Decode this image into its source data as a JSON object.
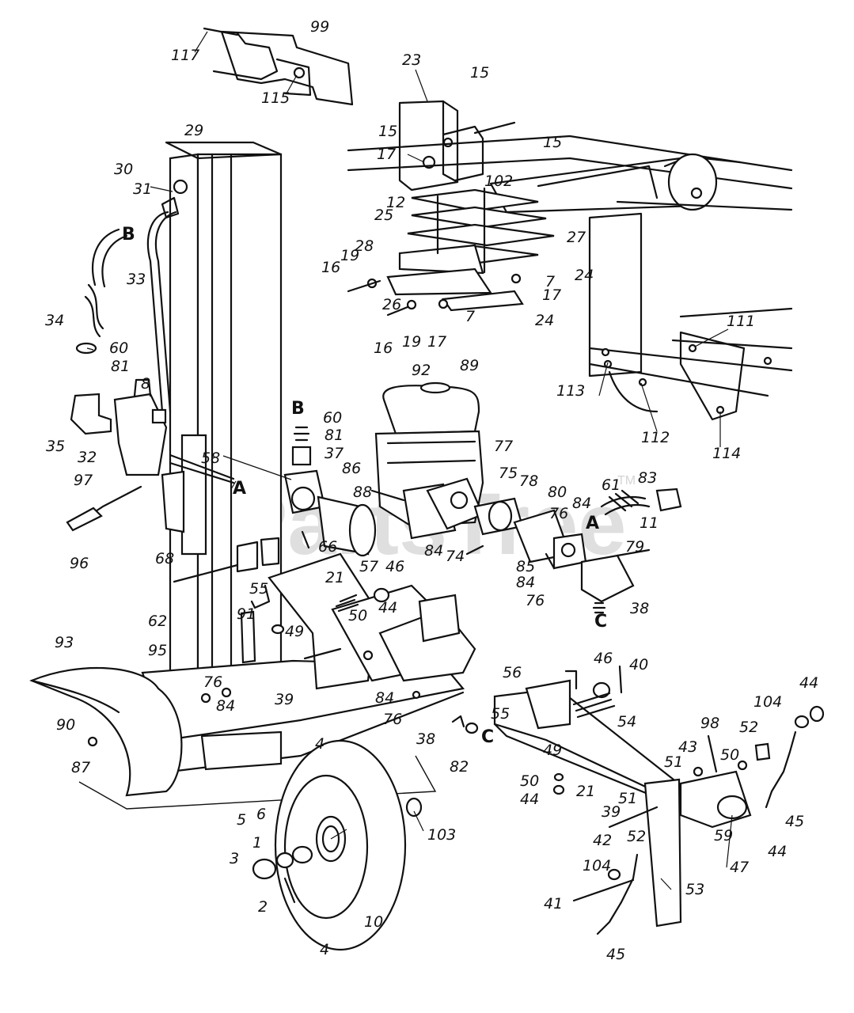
{
  "watermark": {
    "text": "PartsTree",
    "trademark": "TM"
  },
  "callouts": [
    {
      "id": "117",
      "text": "117"
    },
    {
      "id": "99",
      "text": "99"
    },
    {
      "id": "115",
      "text": "115"
    },
    {
      "id": "23",
      "text": "23"
    },
    {
      "id": "15a",
      "text": "15"
    },
    {
      "id": "15b",
      "text": "15"
    },
    {
      "id": "15c",
      "text": "15"
    },
    {
      "id": "17a",
      "text": "17"
    },
    {
      "id": "102",
      "text": "102"
    },
    {
      "id": "12",
      "text": "12"
    },
    {
      "id": "25",
      "text": "25"
    },
    {
      "id": "27",
      "text": "27"
    },
    {
      "id": "28",
      "text": "28"
    },
    {
      "id": "19a",
      "text": "19"
    },
    {
      "id": "16a",
      "text": "16"
    },
    {
      "id": "24a",
      "text": "24"
    },
    {
      "id": "7a",
      "text": "7"
    },
    {
      "id": "17b",
      "text": "17"
    },
    {
      "id": "26",
      "text": "26"
    },
    {
      "id": "7b",
      "text": "7"
    },
    {
      "id": "24b",
      "text": "24"
    },
    {
      "id": "16b",
      "text": "16"
    },
    {
      "id": "19b",
      "text": "19"
    },
    {
      "id": "17c",
      "text": "17"
    },
    {
      "id": "29",
      "text": "29"
    },
    {
      "id": "30",
      "text": "30"
    },
    {
      "id": "31",
      "text": "31"
    },
    {
      "id": "33",
      "text": "33"
    },
    {
      "id": "B1",
      "text": "B"
    },
    {
      "id": "34",
      "text": "34"
    },
    {
      "id": "60a",
      "text": "60"
    },
    {
      "id": "81a",
      "text": "81"
    },
    {
      "id": "8",
      "text": "8"
    },
    {
      "id": "35",
      "text": "35"
    },
    {
      "id": "32",
      "text": "32"
    },
    {
      "id": "97",
      "text": "97"
    },
    {
      "id": "96",
      "text": "96"
    },
    {
      "id": "A1",
      "text": "A"
    },
    {
      "id": "58",
      "text": "58"
    },
    {
      "id": "B2",
      "text": "B"
    },
    {
      "id": "60b",
      "text": "60"
    },
    {
      "id": "81b",
      "text": "81"
    },
    {
      "id": "37",
      "text": "37"
    },
    {
      "id": "92",
      "text": "92"
    },
    {
      "id": "89",
      "text": "89"
    },
    {
      "id": "111",
      "text": "111"
    },
    {
      "id": "113",
      "text": "113"
    },
    {
      "id": "112",
      "text": "112"
    },
    {
      "id": "114",
      "text": "114"
    },
    {
      "id": "86",
      "text": "86"
    },
    {
      "id": "77",
      "text": "77"
    },
    {
      "id": "75",
      "text": "75"
    },
    {
      "id": "78",
      "text": "78"
    },
    {
      "id": "80",
      "text": "80"
    },
    {
      "id": "61",
      "text": "61"
    },
    {
      "id": "83",
      "text": "83"
    },
    {
      "id": "88",
      "text": "88"
    },
    {
      "id": "84a",
      "text": "84"
    },
    {
      "id": "76a",
      "text": "76"
    },
    {
      "id": "A2",
      "text": "A"
    },
    {
      "id": "11",
      "text": "11"
    },
    {
      "id": "84b",
      "text": "84"
    },
    {
      "id": "74",
      "text": "74"
    },
    {
      "id": "85",
      "text": "85"
    },
    {
      "id": "79",
      "text": "79"
    },
    {
      "id": "84c",
      "text": "84"
    },
    {
      "id": "76b",
      "text": "76"
    },
    {
      "id": "38a",
      "text": "38"
    },
    {
      "id": "C1",
      "text": "C"
    },
    {
      "id": "66",
      "text": "66"
    },
    {
      "id": "57",
      "text": "57"
    },
    {
      "id": "68",
      "text": "68"
    },
    {
      "id": "21a",
      "text": "21"
    },
    {
      "id": "46a",
      "text": "46"
    },
    {
      "id": "55a",
      "text": "55"
    },
    {
      "id": "50a",
      "text": "50"
    },
    {
      "id": "44a",
      "text": "44"
    },
    {
      "id": "91",
      "text": "91"
    },
    {
      "id": "49a",
      "text": "49"
    },
    {
      "id": "62",
      "text": "62"
    },
    {
      "id": "93",
      "text": "93"
    },
    {
      "id": "95",
      "text": "95"
    },
    {
      "id": "76c",
      "text": "76"
    },
    {
      "id": "84d",
      "text": "84"
    },
    {
      "id": "39a",
      "text": "39"
    },
    {
      "id": "84e",
      "text": "84"
    },
    {
      "id": "76d",
      "text": "76"
    },
    {
      "id": "90",
      "text": "90"
    },
    {
      "id": "87",
      "text": "87"
    },
    {
      "id": "56",
      "text": "56"
    },
    {
      "id": "46b",
      "text": "46"
    },
    {
      "id": "40",
      "text": "40"
    },
    {
      "id": "55b",
      "text": "55"
    },
    {
      "id": "54",
      "text": "54"
    },
    {
      "id": "49b",
      "text": "49"
    },
    {
      "id": "38b",
      "text": "38"
    },
    {
      "id": "C2",
      "text": "C"
    },
    {
      "id": "82",
      "text": "82"
    },
    {
      "id": "21b",
      "text": "21"
    },
    {
      "id": "104a",
      "text": "104"
    },
    {
      "id": "44b",
      "text": "44"
    },
    {
      "id": "98",
      "text": "98"
    },
    {
      "id": "52a",
      "text": "52"
    },
    {
      "id": "43",
      "text": "43"
    },
    {
      "id": "51a",
      "text": "51"
    },
    {
      "id": "50b",
      "text": "50"
    },
    {
      "id": "50c",
      "text": "50"
    },
    {
      "id": "44c",
      "text": "44"
    },
    {
      "id": "45a",
      "text": "45"
    },
    {
      "id": "4a",
      "text": "4"
    },
    {
      "id": "103",
      "text": "103"
    },
    {
      "id": "5",
      "text": "5"
    },
    {
      "id": "6",
      "text": "6"
    },
    {
      "id": "1",
      "text": "1"
    },
    {
      "id": "3",
      "text": "3"
    },
    {
      "id": "2",
      "text": "2"
    },
    {
      "id": "10",
      "text": "10"
    },
    {
      "id": "4b",
      "text": "4"
    },
    {
      "id": "39b",
      "text": "39"
    },
    {
      "id": "51b",
      "text": "51"
    },
    {
      "id": "42",
      "text": "42"
    },
    {
      "id": "52b",
      "text": "52"
    },
    {
      "id": "104b",
      "text": "104"
    },
    {
      "id": "59",
      "text": "59"
    },
    {
      "id": "47",
      "text": "47"
    },
    {
      "id": "44d",
      "text": "44"
    },
    {
      "id": "41",
      "text": "41"
    },
    {
      "id": "53",
      "text": "53"
    },
    {
      "id": "45b",
      "text": "45"
    }
  ]
}
